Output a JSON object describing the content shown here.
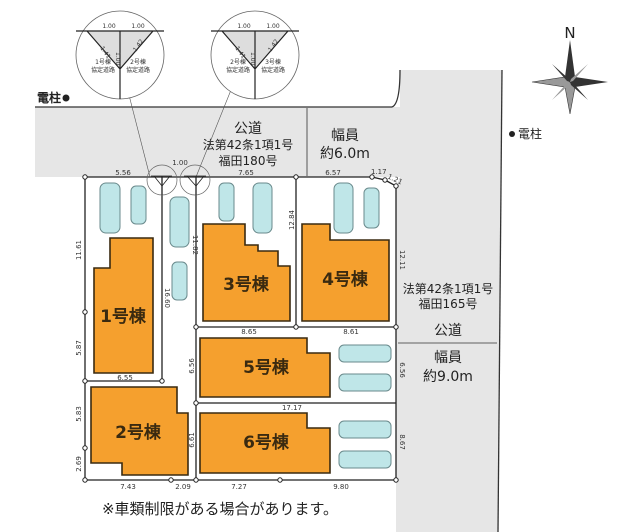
{
  "compass": {
    "label": "N"
  },
  "utility_poles": {
    "left": "電柱",
    "right": "電柱"
  },
  "north_road": {
    "title": "公道",
    "law": "法第42条1項1号",
    "number": "福田180号",
    "width_label": "幅員",
    "width_value": "約6.0m"
  },
  "east_road": {
    "title": "公道",
    "law": "法第42条1項1号",
    "number": "福田165号",
    "width_label": "幅員",
    "width_value": "約9.0m"
  },
  "details": [
    {
      "top_left": "1.00",
      "top_right": "1.00",
      "diag_left": "1.41",
      "center": "1.00",
      "diag_right": "1.42",
      "left_label": "1号棟",
      "left_sub": "協定道路",
      "right_label": "2号棟",
      "right_sub": "協定道路"
    },
    {
      "top_left": "1.00",
      "top_right": "1.00",
      "diag_left": "1.41",
      "center": "1.00",
      "diag_right": "1.42",
      "left_label": "2号棟",
      "left_sub": "協定道路",
      "right_label": "3号棟",
      "right_sub": "協定道路"
    }
  ],
  "buildings": [
    "1号棟",
    "2号棟",
    "3号棟",
    "4号棟",
    "5号棟",
    "6号棟"
  ],
  "dimensions": {
    "top_1": "5.56",
    "top_gap": "1.00",
    "top_3": "7.65",
    "top_4": "6.57",
    "chamfer_a": "1.17",
    "chamfer_b": "1.21",
    "lot1_left": "11.61",
    "lot1_left_lower": "5.87",
    "lot1_bottom": "6.55",
    "drive": "16.60",
    "lot3_mid": "11.82",
    "lot4_left": "12.84",
    "east_upper": "12.11",
    "lot3_bottom": "8.65",
    "lot4_bottom": "8.61",
    "lot5_left": "6.56",
    "east_mid": "6.56",
    "lot6_top": "17.17",
    "lot6_left": "6.61",
    "east_lower": "8.67",
    "lot2_left": "5.83",
    "lot2_left_lower": "2.69",
    "bottom_2": "7.43",
    "bottom_gap": "2.09",
    "bottom_6": "7.27",
    "bottom_right": "9.80"
  },
  "note": "※車類制限がある場合があります。"
}
